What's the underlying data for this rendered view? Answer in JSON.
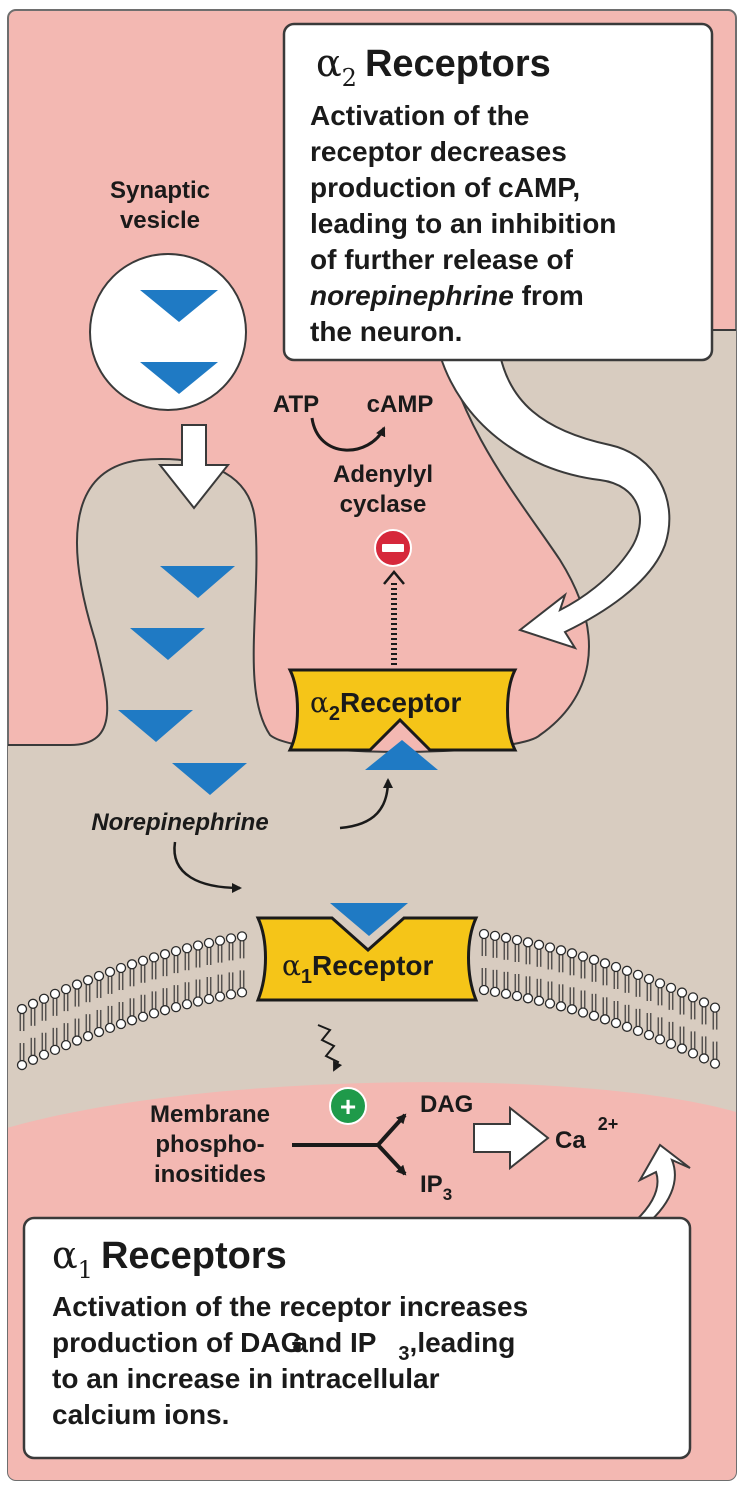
{
  "colors": {
    "cell_pink": "#f3b8b2",
    "synapse_tan": "#d8ccc0",
    "receptor_yellow": "#f5c518",
    "nt_blue": "#1f7ac4",
    "inhibit_red": "#d6283b",
    "stimulate_green": "#1f9a4a",
    "text": "#1a1a1a",
    "box_fill": "#ffffff"
  },
  "alpha2_box": {
    "greek": "α",
    "sub": "2",
    "title": "Receptors",
    "lines": [
      "Activation of the",
      "receptor decreases",
      "production of cAMP,",
      "leading to an inhibition",
      "of further release of"
    ],
    "line6_italic": "norepinephrine",
    "line6_rest": " from",
    "line7": "the neuron."
  },
  "vesicle": {
    "label_line1": "Synaptic",
    "label_line2": "vesicle"
  },
  "camp_reaction": {
    "atp": "ATP",
    "camp": "cAMP",
    "enzyme_line1": "Adenylyl",
    "enzyme_line2": "cyclase",
    "inhibit_symbol": "−"
  },
  "alpha2_receptor": {
    "greek": "α",
    "sub": "2",
    "label": "Receptor"
  },
  "alpha1_receptor": {
    "greek": "α",
    "sub": "1",
    "label": "Receptor"
  },
  "norepinephrine_label": "Norepinephrine",
  "pathway": {
    "source_line1": "Membrane",
    "source_line2": "phospho-",
    "source_line3": "inositides",
    "stimulate_symbol": "+",
    "product_dag": "DAG",
    "product_ip": "IP",
    "product_ip_sub": "3",
    "ion": "Ca",
    "ion_charge": "2+"
  },
  "alpha1_box": {
    "greek": "α",
    "sub": "1",
    "title": "Receptors",
    "line1": "Activation of the receptor increases",
    "line2a": "production of DAG",
    "line2b": "and IP",
    "line2_sub": "3",
    "line2c": ",leading",
    "line3": "to an increase in intracellular",
    "line4": "calcium ions."
  }
}
